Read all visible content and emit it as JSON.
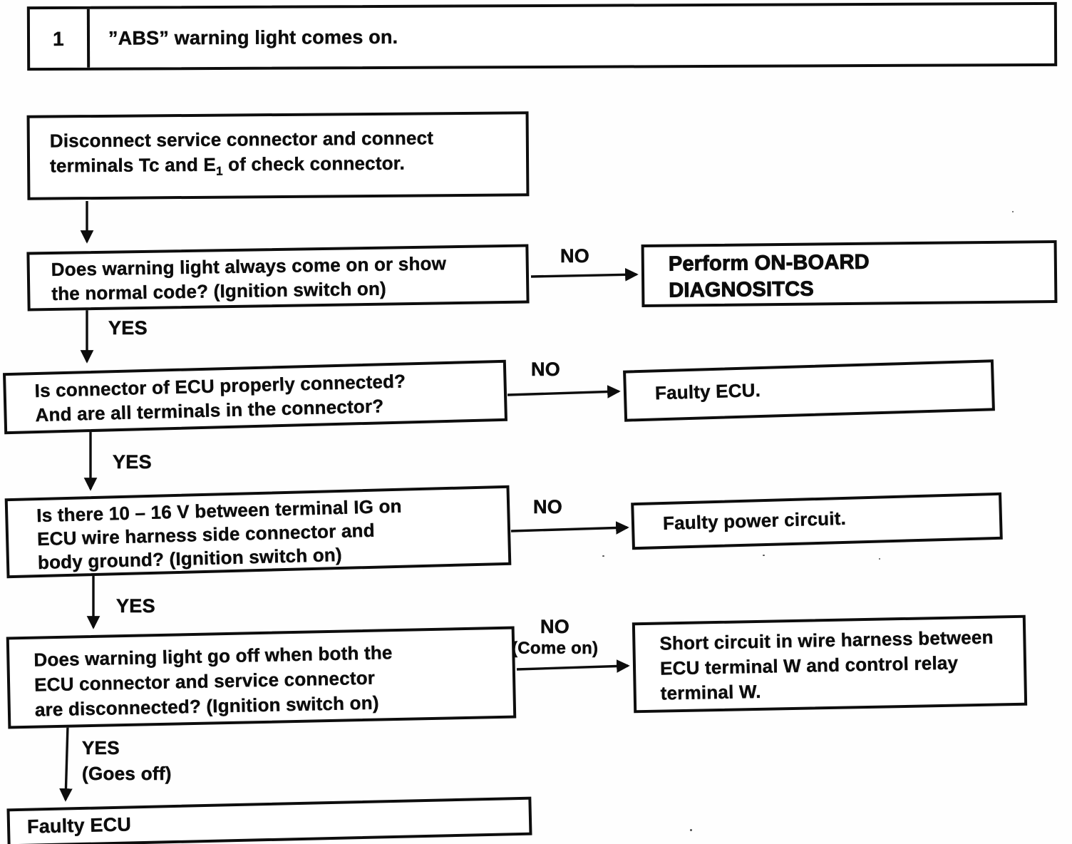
{
  "header": {
    "step_number": "1",
    "title": "”ABS” warning light comes on."
  },
  "labels": {
    "yes": "YES",
    "no": "NO",
    "goes_off": "(Goes off)",
    "come_on": "(Come on)"
  },
  "boxes": {
    "action_disconnect": {
      "line1": "Disconnect service connector and connect",
      "line2_pre": "terminals Tc and E",
      "line2_sub": "1",
      "line2_post": "of check connector."
    },
    "q_warning_light": {
      "line1": "Does warning light always come on or show",
      "line2": "the normal code? (Ignition switch on)"
    },
    "result_onboard": {
      "line1": "Perform ON-BOARD",
      "line2": "DIAGNOSITCS"
    },
    "q_ecu_connector": {
      "line1": "Is connector of ECU properly connected?",
      "line2": "And are all terminals in the connector?"
    },
    "result_faulty_ecu": {
      "line1": "Faulty ECU."
    },
    "q_voltage": {
      "line1": "Is there 10 – 16 V between terminal IG on",
      "line2": "ECU wire harness side connector and",
      "line3": "body ground? (Ignition switch on)"
    },
    "result_power_circuit": {
      "line1": "Faulty power circuit."
    },
    "q_light_off": {
      "line1": "Does warning light go off when both the",
      "line2": "ECU connector and service connector",
      "line3": "are disconnected? (Ignition switch on)"
    },
    "result_short_circuit": {
      "line1": "Short circuit in wire harness between",
      "line2": "ECU terminal W and control relay",
      "line3": "terminal W."
    },
    "result_final_ecu": {
      "line1": "Faulty ECU"
    }
  }
}
